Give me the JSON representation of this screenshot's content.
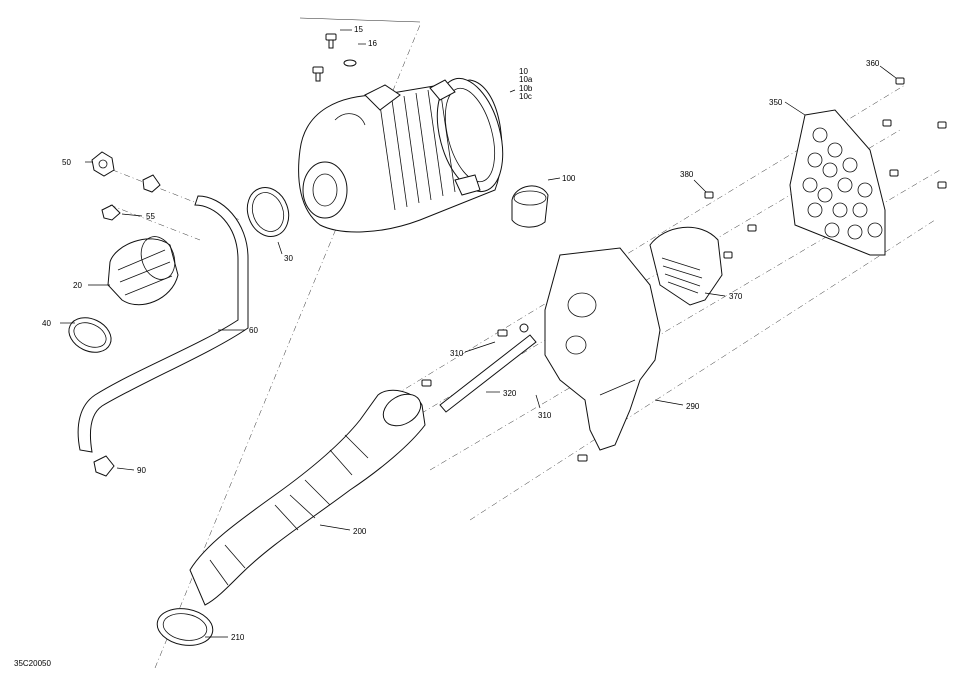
{
  "drawing_code": "35C20050",
  "callouts": {
    "c15": "15",
    "c16": "16",
    "c10": "10",
    "c10a": "10a",
    "c10b": "10b",
    "c10c": "10c",
    "c50": "50",
    "c55": "55",
    "c20": "20",
    "c30": "30",
    "c40": "40",
    "c60": "60",
    "c90": "90",
    "c100": "100",
    "c200": "200",
    "c210": "210",
    "c290": "290",
    "c310a": "310",
    "c310b": "310",
    "c320": "320",
    "c350": "350",
    "c360": "360",
    "c370": "370",
    "c380": "380"
  }
}
